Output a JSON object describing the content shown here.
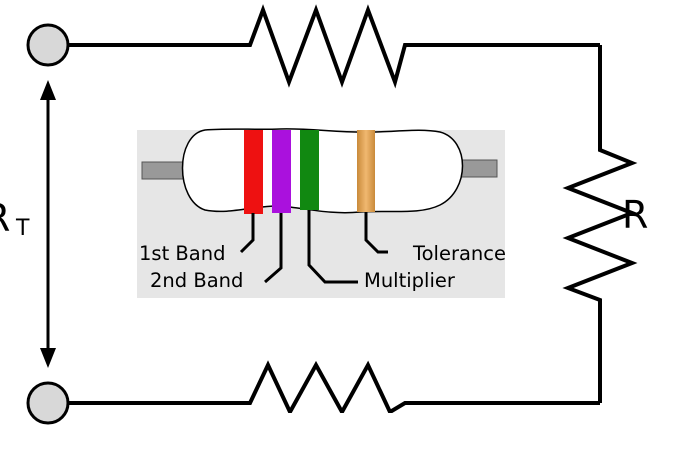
{
  "labels": {
    "rt_main": "R",
    "rt_sub": "T",
    "r_right": "R",
    "band_1": "1st Band",
    "band_2": "2nd Band",
    "multiplier": "Multiplier",
    "tolerance": "Tolerance"
  },
  "band_colors": {
    "band_1": "#ee1111",
    "band_2": "#aa11dd",
    "multiplier": "#118811",
    "tolerance": "#e0a050"
  },
  "colors": {
    "wire": "#000000",
    "terminal_fill": "#d8d8d8",
    "panel_bg": "#e6e6e6",
    "resistor_body": "#ffffff",
    "lead": "#999999"
  }
}
